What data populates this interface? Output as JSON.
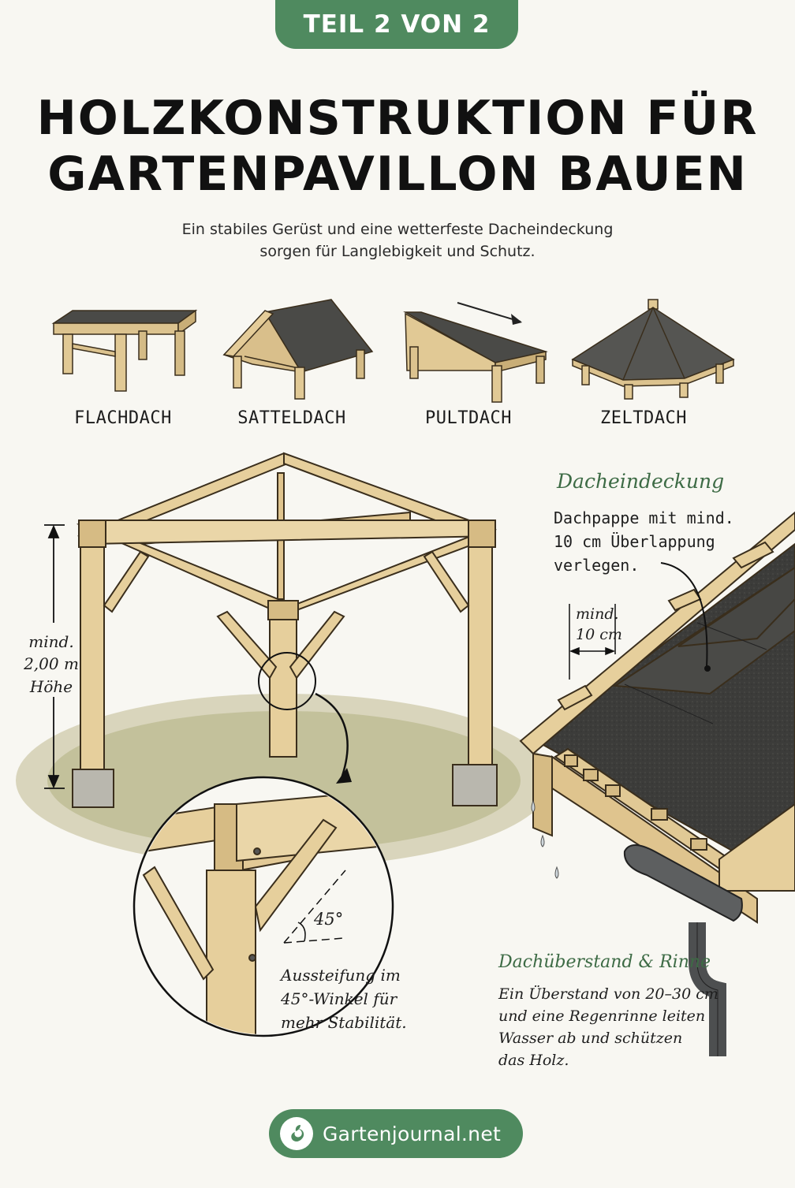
{
  "badge": "TEIL 2 VON 2",
  "title_line1": "HOLZKONSTRUKTION FÜR",
  "title_line2": "GARTENPAVILLON BAUEN",
  "subtitle_line1": "Ein stabiles Gerüst und eine wetterfeste Dacheindeckung",
  "subtitle_line2": "sorgen für Langlebigkeit und Schutz.",
  "roof_types": [
    "FLACHDACH",
    "SATTELDACH",
    "PULTDACH",
    "ZELTDACH"
  ],
  "height_note": {
    "line1": "mind.",
    "line2": "2,00 m",
    "line3": "Höhe"
  },
  "bracing": {
    "angle": "45°",
    "line1": "Aussteifung im",
    "line2": "45°-Winkel für",
    "line3": "mehr Stabilität."
  },
  "roofing": {
    "heading": "Dacheindeckung",
    "line1": "Dachpappe mit mind.",
    "line2": "10 cm Überlappung",
    "line3": "verlegen.",
    "overlap_line1": "mind.",
    "overlap_line2": "10 cm"
  },
  "overhang": {
    "heading": "Dachüberstand & Rinne",
    "line1": "Ein Überstand von 20–30 cm",
    "line2": "und eine Regenrinne leiten",
    "line3": "Wasser ab und schützen",
    "line4": "das Holz."
  },
  "footer": "Gartenjournal.net",
  "colors": {
    "brand_green": "#4f8a5f",
    "heading_green": "#3d6b45",
    "wood": "#e6cf9c",
    "roof_felt": "#3c3c3a",
    "background": "#f8f7f2"
  }
}
